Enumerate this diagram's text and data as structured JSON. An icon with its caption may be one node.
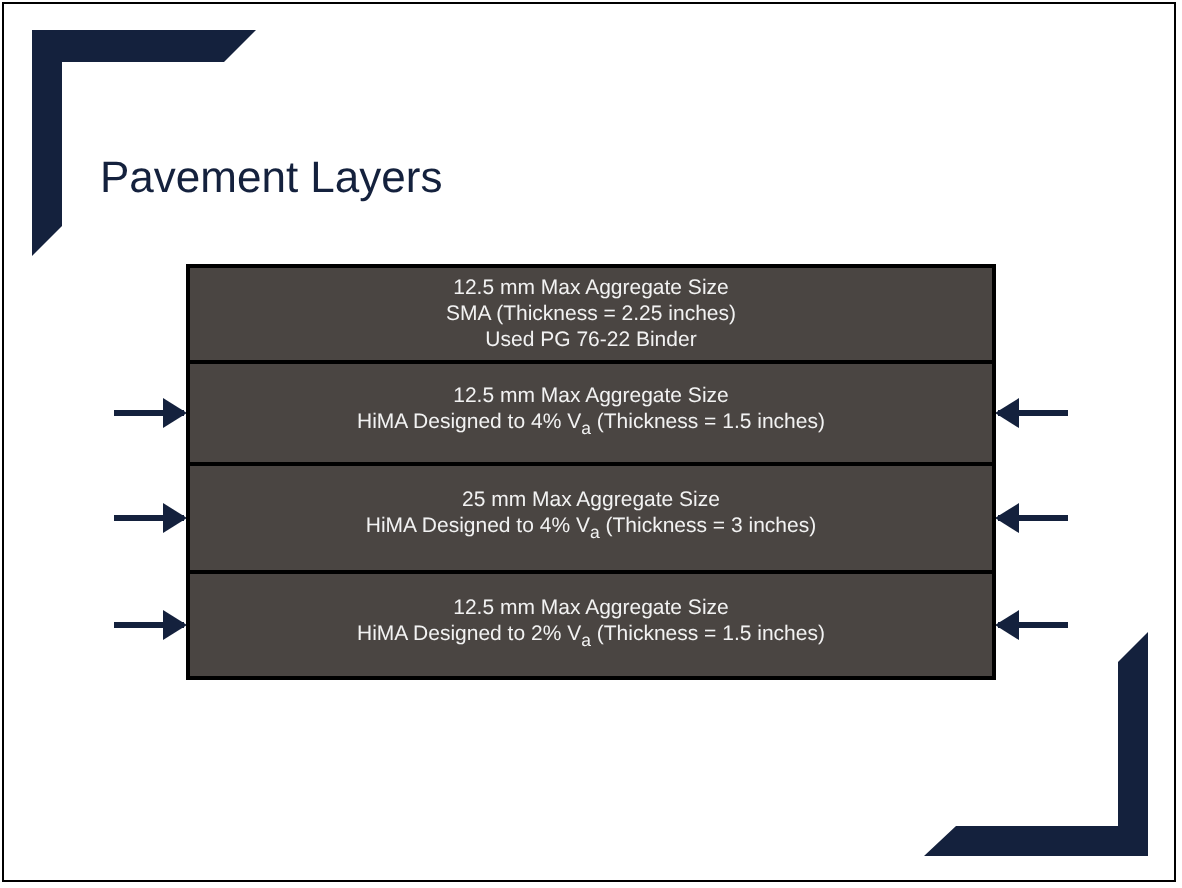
{
  "diagram": {
    "title": "Pavement Layers",
    "nodes": [
      {
        "text": [
          "12.5 mm Max Aggregate Size",
          "SMA (Thickness = 2.25 inches)",
          "Used PG 76-22 Binder"
        ]
      },
      {
        "text": [
          "12.5 mm Max Aggregate Size",
          "HiMA Designed to 4% V$_{a}$ (Thickness = 1.5 inches)"
        ]
      },
      {
        "text": [
          "25 mm Max Aggregate Size",
          "HiMA Designed to 4% V$_{a}$ (Thickness = 3 inches)"
        ]
      },
      {
        "text": [
          "12.5 mm Max Aggregate Size",
          "HiMA Designed to 2% V$_{a}$ (Thickness = 1.5 inches)"
        ]
      }
    ],
    "edges": [
      {
        "from": null,
        "to": 1,
        "arrow": "to"
      },
      {
        "from": null,
        "to": 1,
        "arrow": "to"
      },
      {
        "from": null,
        "to": 2,
        "arrow": "to"
      },
      {
        "from": null,
        "to": 2,
        "arrow": "to"
      },
      {
        "from": null,
        "to": 3,
        "arrow": "to"
      },
      {
        "from": null,
        "to": 3,
        "arrow": "to"
      }
    ]
  }
}
